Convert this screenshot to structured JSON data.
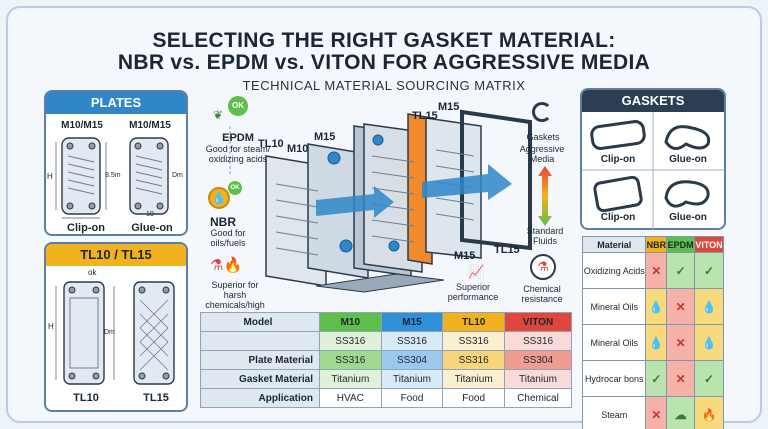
{
  "title": {
    "line1": "SELECTING THE RIGHT GASKET MATERIAL:",
    "line2": "NBR vs. EPDM vs. VITON FOR AGGRESSIVE MEDIA",
    "subtitle": "TECHNICAL MATERIAL SOURCING MATRIX"
  },
  "plates_panel": {
    "header": "PLATES",
    "plate1_label": "M10/M15",
    "plate2_label": "M10/M15",
    "dim_h": "H",
    "dim_85": "8.5m",
    "dim_dm": "Dm",
    "dim_10": "10",
    "clip_label": "Clip-on",
    "glue_label": "Glue-on"
  },
  "tl_panel": {
    "header": "TL10 / TL15",
    "dim_ok": "ok",
    "dim_h": "H",
    "dim_dm": "Dm",
    "tl10_label": "TL10",
    "tl15_label": "TL15"
  },
  "center": {
    "epdm_badge": "OK",
    "epdm_title": "EPDM",
    "epdm_desc": "Good for steam/ oxidizing acids",
    "nbr_badge": "OK",
    "nbr_title": "NBR",
    "nbr_desc": "Good for oils/fuels",
    "viton_desc": "Superior for harsh chemicals/high heat",
    "tag_tl10": "TL10",
    "tag_m10": "M10",
    "tag_m15_a": "M15",
    "tag_tl15_a": "TL15",
    "tag_m15_b": "M15",
    "tag_tl15_b": "TL15",
    "tag_m15_c": "M15",
    "gaskets_label": "Gaskets",
    "aggr_label": "Aggressive Media",
    "std_label": "Standard Fluids",
    "superior_label": "Superior performance",
    "chem_label": "Chemical resistance"
  },
  "gaskets_panel": {
    "header": "GASKETS",
    "items": [
      "Clip-on",
      "Glue-on",
      "Clip-on",
      "Glue-on"
    ]
  },
  "spec_table": {
    "headers": [
      "Model",
      "M10",
      "M15",
      "TL10",
      "VITON"
    ],
    "rows": [
      {
        "label": "",
        "cells": [
          "SS316",
          "SS316",
          "SS316",
          "SS316"
        ]
      },
      {
        "label": "Plate Material",
        "cells": [
          "SS316",
          "SS304",
          "SS316",
          "SS304"
        ]
      },
      {
        "label": "Gasket Material",
        "cells": [
          "Titanium",
          "Titanium",
          "Titanium",
          "Titanium"
        ]
      },
      {
        "label": "Application",
        "cells": [
          "HVAC",
          "Food",
          "Food",
          "Chemical"
        ]
      }
    ],
    "colors": {
      "m10": "#5fbf4a",
      "m15": "#2f8fd8",
      "tl10": "#f2b21d",
      "viton": "#e0473a"
    }
  },
  "matrix": {
    "headers": [
      "Material",
      "NBR",
      "EPDM",
      "VITON"
    ],
    "rows": [
      {
        "label": "Oxidizing Acids",
        "nbr": "✕",
        "epdm": "✓",
        "viton": "✓"
      },
      {
        "label": "Mineral Oils",
        "nbr": "💧",
        "epdm": "✕",
        "viton": "💧"
      },
      {
        "label": "Mineral Oils",
        "nbr": "💧",
        "epdm": "✕",
        "viton": "💧"
      },
      {
        "label": "Hydrocar bons",
        "nbr": "✓",
        "epdm": "✕",
        "viton": "✓"
      },
      {
        "label": "Steam",
        "nbr": "✕",
        "epdm": "☁",
        "viton": "🔥"
      }
    ],
    "colors": {
      "nbr": "#e85b4c",
      "epdm": "#f4d24a",
      "viton": "#6dc35a"
    }
  }
}
